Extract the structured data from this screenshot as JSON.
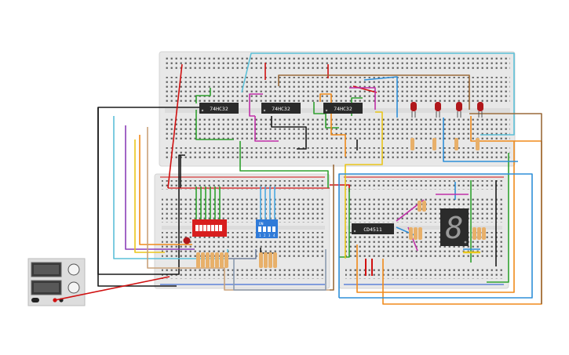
{
  "chips": [
    {
      "label": "74HC32"
    },
    {
      "label": "74HC32"
    },
    {
      "label": "74HC32"
    },
    {
      "label": "CD4511"
    }
  ],
  "dip_switch": {
    "on_label": "ON",
    "pins": [
      "1",
      "2",
      "3",
      "4"
    ]
  },
  "display": {
    "digit": "8"
  },
  "colors": {
    "board": "#e6e6e6",
    "board_top": "#e9e9e9",
    "hole": "#4a4a4a",
    "rail_red": "#d01010",
    "rail_blue": "#1a4fd0",
    "chip": "#2a2a2a",
    "led_red": "#b0171b",
    "dip_red": "#d81e1e",
    "dip_blue": "#2f7ad8",
    "display": "#2b2b2b",
    "segment": "#888888",
    "resistor": "#e8b06a"
  }
}
